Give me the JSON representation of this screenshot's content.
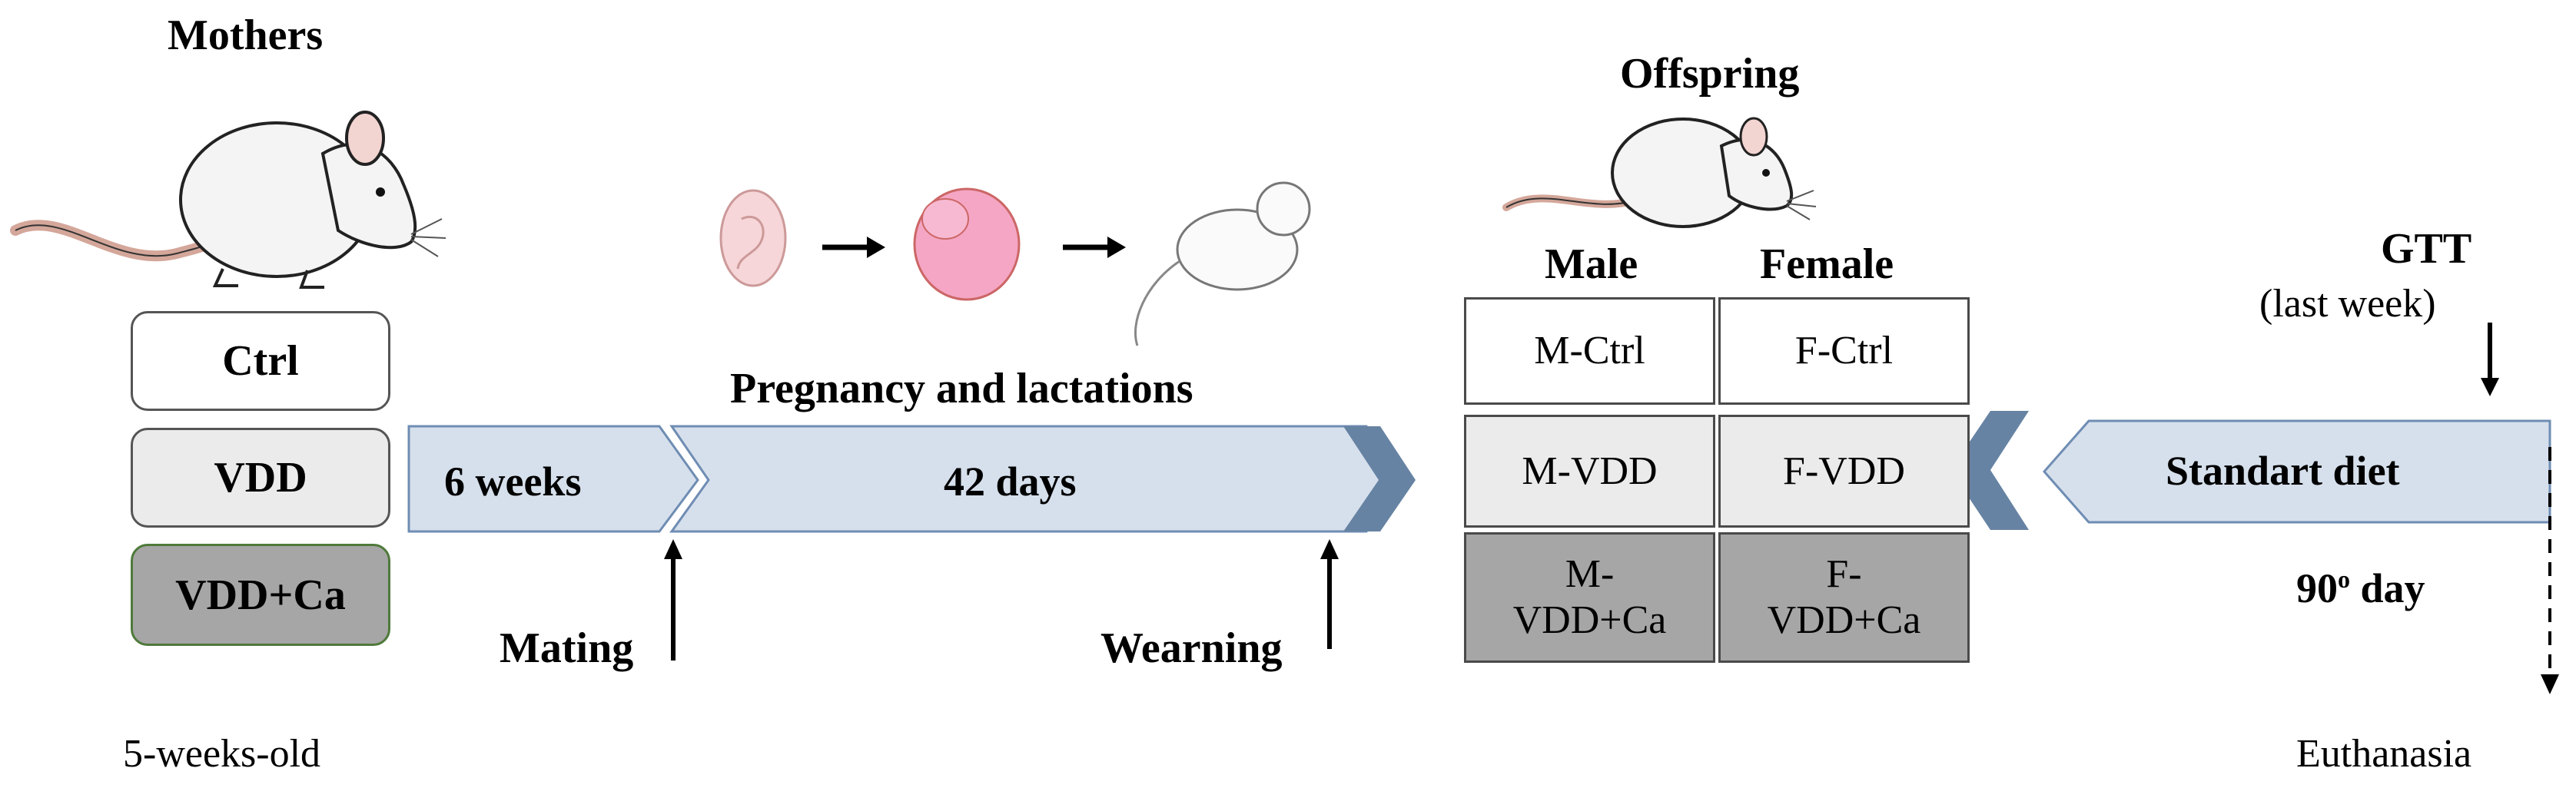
{
  "mothers": {
    "title": "Mothers",
    "groups": [
      "Ctrl",
      "VDD",
      "VDD+Ca"
    ],
    "age": "5-weeks-old"
  },
  "timeline": {
    "period1": "6 weeks",
    "period2": "42 days",
    "phase_label": "Pregnancy and lactations",
    "event1": "Mating",
    "event2": "Wearning"
  },
  "offspring": {
    "title": "Offspring",
    "col_male": "Male",
    "col_female": "Female",
    "rows": [
      {
        "male": "M-Ctrl",
        "female": "F-Ctrl"
      },
      {
        "male": "M-VDD",
        "female": "F-VDD"
      },
      {
        "male_line1": "M-",
        "male_line2": "VDD+Ca",
        "female_line1": "F-",
        "female_line2": "VDD+Ca"
      }
    ]
  },
  "diet": {
    "label": "Standart diet",
    "gtt": "GTT",
    "gtt_note": "(last week)",
    "day_value": "90",
    "day_sup": "o",
    "day_suffix": " day",
    "end_event": "Euthanasia"
  },
  "colors": {
    "arrow_fill": "#d6e0ec",
    "arrow_stroke": "#6f8db3",
    "chevron": "#6783a3",
    "light_gray": "#ebebeb",
    "dark_gray": "#a6a6a6",
    "vddca_border": "#4f7a3a"
  }
}
